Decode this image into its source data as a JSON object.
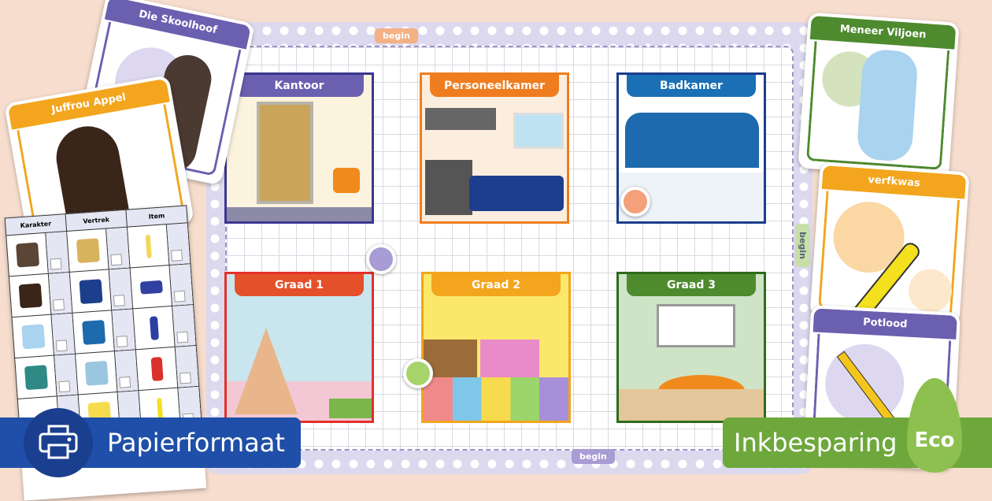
{
  "board": {
    "begin_labels": [
      "begin",
      "begin",
      "begin"
    ],
    "rooms": [
      {
        "name": "Kantoor",
        "color": "#6b5fb0"
      },
      {
        "name": "Personeelkamer",
        "color": "#ef7d1f"
      },
      {
        "name": "Badkamer",
        "color": "#1a6fb5"
      },
      {
        "name": "Graad 1",
        "color": "#e4502a"
      },
      {
        "name": "Graad 2",
        "color": "#f2a51d"
      },
      {
        "name": "Graad 3",
        "color": "#4e8a2e"
      }
    ]
  },
  "cards": {
    "skoolhoof": "Die Skoolhoof",
    "juffrou": "Juffrou Appel",
    "meneer": "Meneer Viljoen",
    "verfkwas": "verfkwas",
    "potlood": "Potlood"
  },
  "sheet": {
    "headers": [
      "Karakter",
      "Vertrek",
      "Item"
    ]
  },
  "banners": {
    "paper": "Papierformaat",
    "ink": "Inkbesparing",
    "eco": "Eco"
  }
}
